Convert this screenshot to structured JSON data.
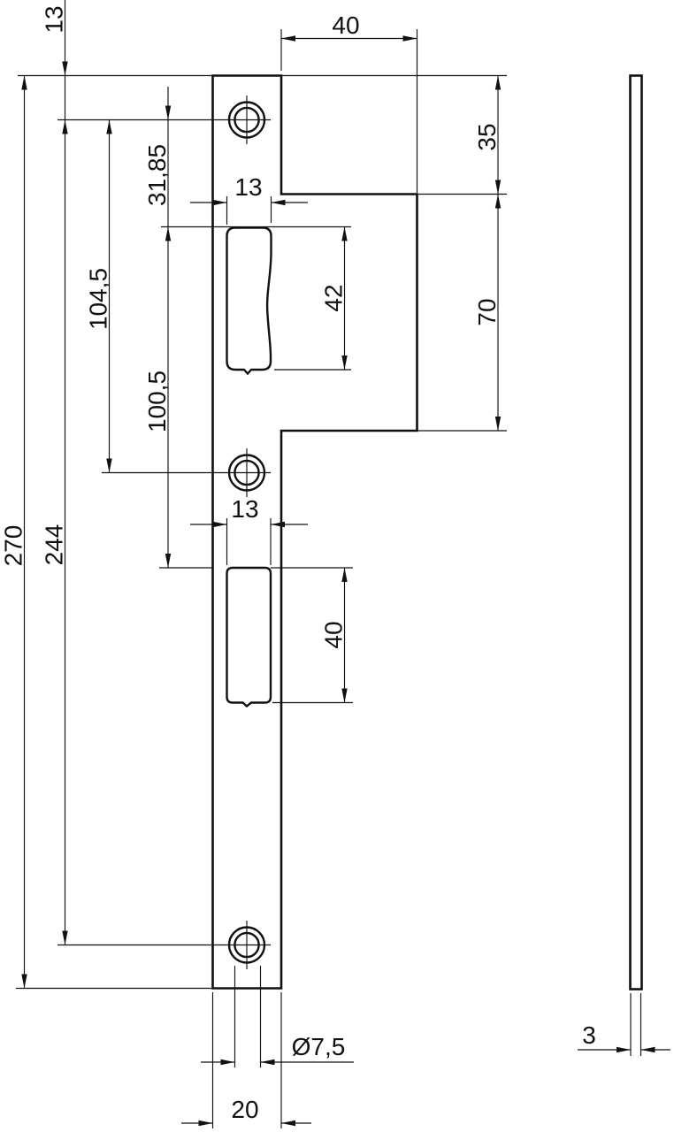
{
  "drawing": {
    "colors": {
      "background": "#ffffff",
      "line": "#111111"
    },
    "dimensions": {
      "top_edge_to_first_hole": "13",
      "first_hole_to_latch_slot": "31,85",
      "first_to_second_hole": "104,5",
      "latch_slot_to_bolt_slot": "100,5",
      "overall_length": "270",
      "first_to_third_hole": "244",
      "lip_projection": "40",
      "top_to_lip": "35",
      "lip_height": "70",
      "latch_slot_width": "13",
      "latch_slot_length": "42",
      "bolt_slot_width": "13",
      "bolt_slot_length": "40",
      "hole_diameter": "Ø7,5",
      "plate_width": "20",
      "plate_thickness": "3"
    }
  }
}
